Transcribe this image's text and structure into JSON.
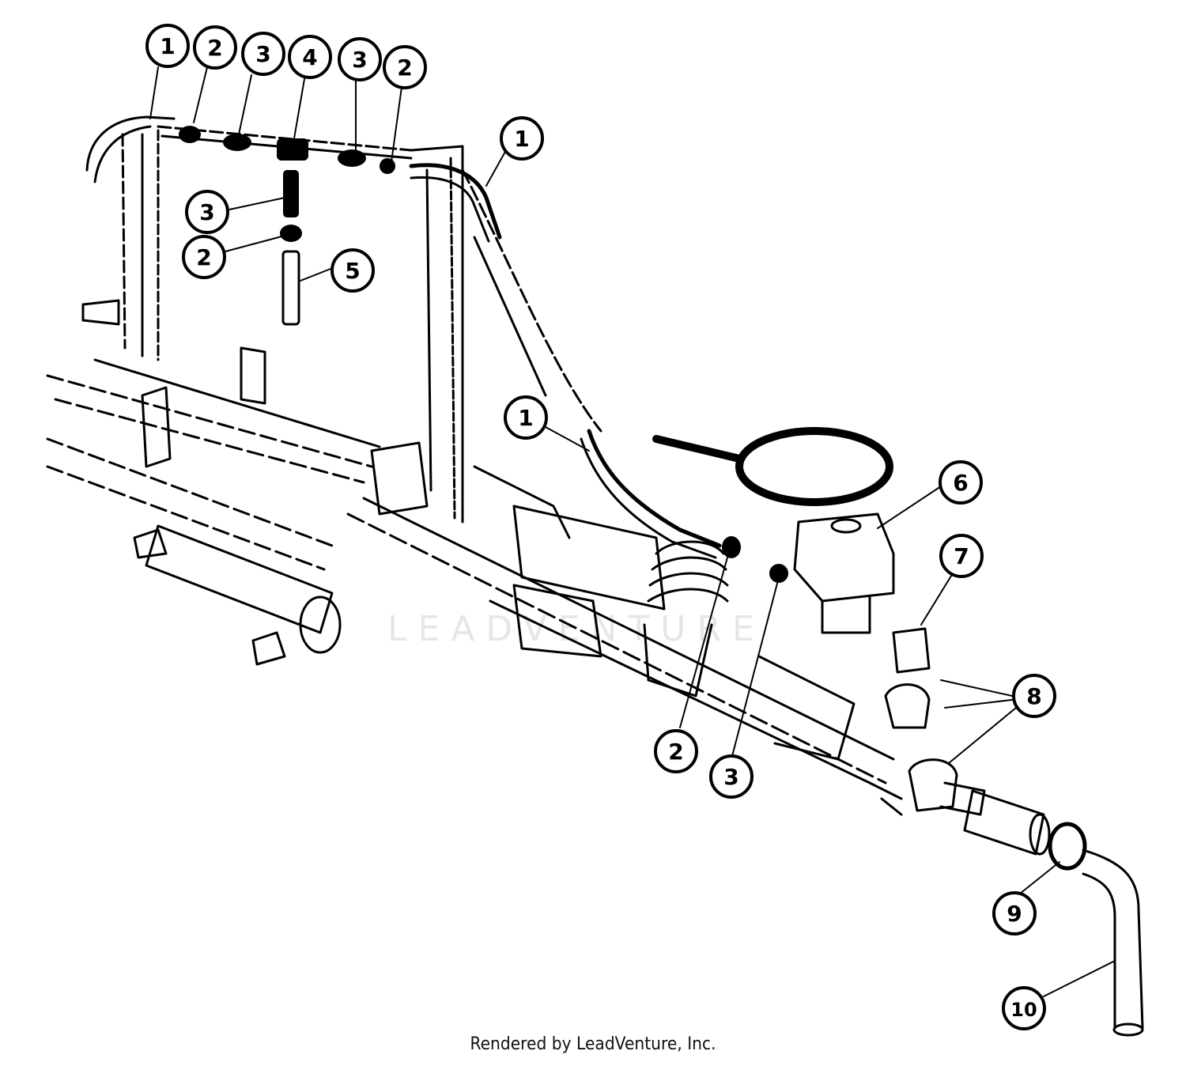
{
  "watermark": "LEADVENTURE",
  "footer": {
    "credit": "Rendered by LeadVenture, Inc."
  },
  "callouts": [
    {
      "id": "c1",
      "label": "1"
    },
    {
      "id": "c2",
      "label": "2"
    },
    {
      "id": "c3",
      "label": "3"
    },
    {
      "id": "c4",
      "label": "4"
    },
    {
      "id": "c5",
      "label": "3"
    },
    {
      "id": "c6",
      "label": "2"
    },
    {
      "id": "c7",
      "label": "1"
    },
    {
      "id": "c8",
      "label": "3"
    },
    {
      "id": "c9",
      "label": "2"
    },
    {
      "id": "c10",
      "label": "5"
    },
    {
      "id": "c11",
      "label": "1"
    },
    {
      "id": "c12",
      "label": "6"
    },
    {
      "id": "c13",
      "label": "7"
    },
    {
      "id": "c14",
      "label": "8"
    },
    {
      "id": "c15",
      "label": "2"
    },
    {
      "id": "c16",
      "label": "3"
    },
    {
      "id": "c17",
      "label": "9"
    },
    {
      "id": "c18",
      "label": "10"
    }
  ]
}
